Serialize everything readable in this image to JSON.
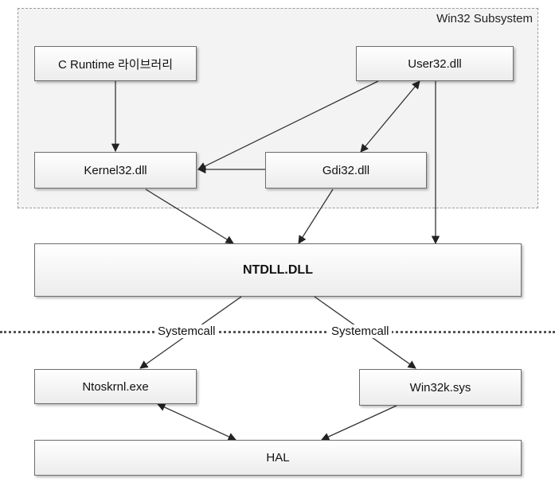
{
  "subsystem": {
    "label": "Win32 Subsystem"
  },
  "nodes": {
    "crt": "C Runtime 라이브러리",
    "user32": "User32.dll",
    "kernel32": "Kernel32.dll",
    "gdi32": "Gdi32.dll",
    "ntdll": "NTDLL.DLL",
    "ntoskrnl": "Ntoskrnl.exe",
    "win32k": "Win32k.sys",
    "hal": "HAL"
  },
  "edge_labels": {
    "syscall_left": "Systemcall",
    "syscall_right": "Systemcall"
  },
  "edges": [
    {
      "from": "C Runtime 라이브러리",
      "to": "Kernel32.dll"
    },
    {
      "from": "User32.dll",
      "to": "Kernel32.dll"
    },
    {
      "from": "Gdi32.dll",
      "to": "Kernel32.dll"
    },
    {
      "from": "User32.dll",
      "to": "Gdi32.dll",
      "bidirectional": true
    },
    {
      "from": "Kernel32.dll",
      "to": "NTDLL.DLL"
    },
    {
      "from": "Gdi32.dll",
      "to": "NTDLL.DLL"
    },
    {
      "from": "User32.dll",
      "to": "NTDLL.DLL"
    },
    {
      "from": "NTDLL.DLL",
      "to": "Ntoskrnl.exe",
      "label": "Systemcall"
    },
    {
      "from": "NTDLL.DLL",
      "to": "Win32k.sys",
      "label": "Systemcall"
    },
    {
      "from": "Ntoskrnl.exe",
      "to": "HAL",
      "bidirectional": true
    },
    {
      "from": "Win32k.sys",
      "to": "HAL"
    }
  ]
}
